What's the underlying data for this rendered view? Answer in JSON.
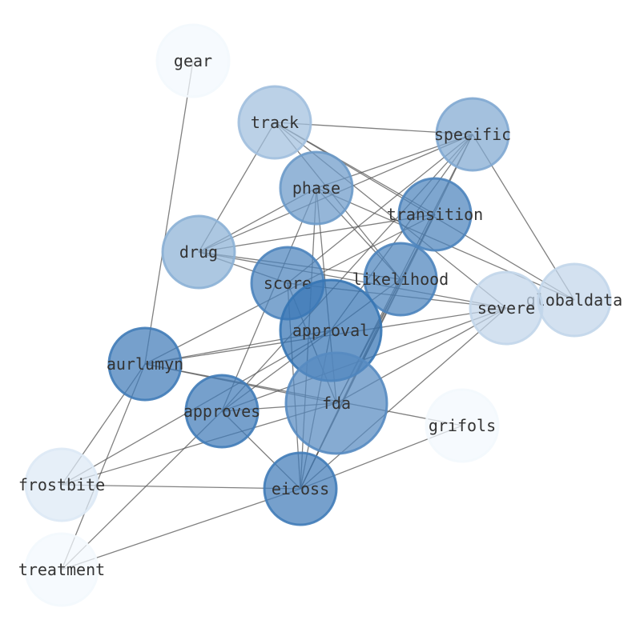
{
  "graph": {
    "nodes": [
      {
        "id": "gear",
        "label": "gear",
        "weight": 0.02
      },
      {
        "id": "track",
        "label": "track",
        "weight": 0.4
      },
      {
        "id": "specific",
        "label": "specific",
        "weight": 0.55
      },
      {
        "id": "phase",
        "label": "phase",
        "weight": 0.65
      },
      {
        "id": "transition",
        "label": "transition",
        "weight": 0.8
      },
      {
        "id": "drug",
        "label": "drug",
        "weight": 0.5
      },
      {
        "id": "likelihood",
        "label": "likelihood",
        "weight": 0.8
      },
      {
        "id": "score",
        "label": "score",
        "weight": 0.8
      },
      {
        "id": "severe",
        "label": "severe",
        "weight": 0.25
      },
      {
        "id": "globaldata",
        "label": "globaldata",
        "weight": 0.25
      },
      {
        "id": "approval",
        "label": "approval",
        "weight": 0.9
      },
      {
        "id": "aurlumyn",
        "label": "aurlumyn",
        "weight": 0.85
      },
      {
        "id": "fda",
        "label": "fda",
        "weight": 0.75
      },
      {
        "id": "grifols",
        "label": "grifols",
        "weight": 0.02
      },
      {
        "id": "approves",
        "label": "approves",
        "weight": 0.85
      },
      {
        "id": "frostbite",
        "label": "frostbite",
        "weight": 0.12
      },
      {
        "id": "eicoss",
        "label": "eicoss",
        "weight": 0.85
      },
      {
        "id": "treatment",
        "label": "treatment",
        "weight": 0.02
      }
    ],
    "edges": [
      [
        "gear",
        "aurlumyn"
      ],
      [
        "track",
        "specific"
      ],
      [
        "track",
        "drug"
      ],
      [
        "track",
        "likelihood"
      ],
      [
        "track",
        "transition"
      ],
      [
        "track",
        "globaldata"
      ],
      [
        "track",
        "severe"
      ],
      [
        "specific",
        "phase"
      ],
      [
        "specific",
        "drug"
      ],
      [
        "specific",
        "score"
      ],
      [
        "specific",
        "approval"
      ],
      [
        "specific",
        "fda"
      ],
      [
        "specific",
        "eicoss"
      ],
      [
        "specific",
        "approves"
      ],
      [
        "specific",
        "globaldata"
      ],
      [
        "phase",
        "drug"
      ],
      [
        "phase",
        "fda"
      ],
      [
        "phase",
        "likelihood"
      ],
      [
        "phase",
        "globaldata"
      ],
      [
        "phase",
        "approves"
      ],
      [
        "phase",
        "eicoss"
      ],
      [
        "transition",
        "drug"
      ],
      [
        "transition",
        "aurlumyn"
      ],
      [
        "transition",
        "eicoss"
      ],
      [
        "transition",
        "fda"
      ],
      [
        "drug",
        "likelihood"
      ],
      [
        "drug",
        "score"
      ],
      [
        "drug",
        "severe"
      ],
      [
        "likelihood",
        "approves"
      ],
      [
        "likelihood",
        "eicoss"
      ],
      [
        "score",
        "fda"
      ],
      [
        "score",
        "eicoss"
      ],
      [
        "score",
        "severe"
      ],
      [
        "approval",
        "aurlumyn"
      ],
      [
        "approval",
        "frostbite"
      ],
      [
        "approval",
        "eicoss"
      ],
      [
        "aurlumyn",
        "fda"
      ],
      [
        "aurlumyn",
        "grifols"
      ],
      [
        "aurlumyn",
        "frostbite"
      ],
      [
        "aurlumyn",
        "treatment"
      ],
      [
        "aurlumyn",
        "severe"
      ],
      [
        "fda",
        "approves"
      ],
      [
        "fda",
        "frostbite"
      ],
      [
        "fda",
        "severe"
      ],
      [
        "approves",
        "severe"
      ],
      [
        "approves",
        "treatment"
      ],
      [
        "approves",
        "eicoss"
      ],
      [
        "eicoss",
        "frostbite"
      ],
      [
        "eicoss",
        "grifols"
      ],
      [
        "eicoss",
        "treatment"
      ],
      [
        "eicoss",
        "severe"
      ]
    ]
  }
}
